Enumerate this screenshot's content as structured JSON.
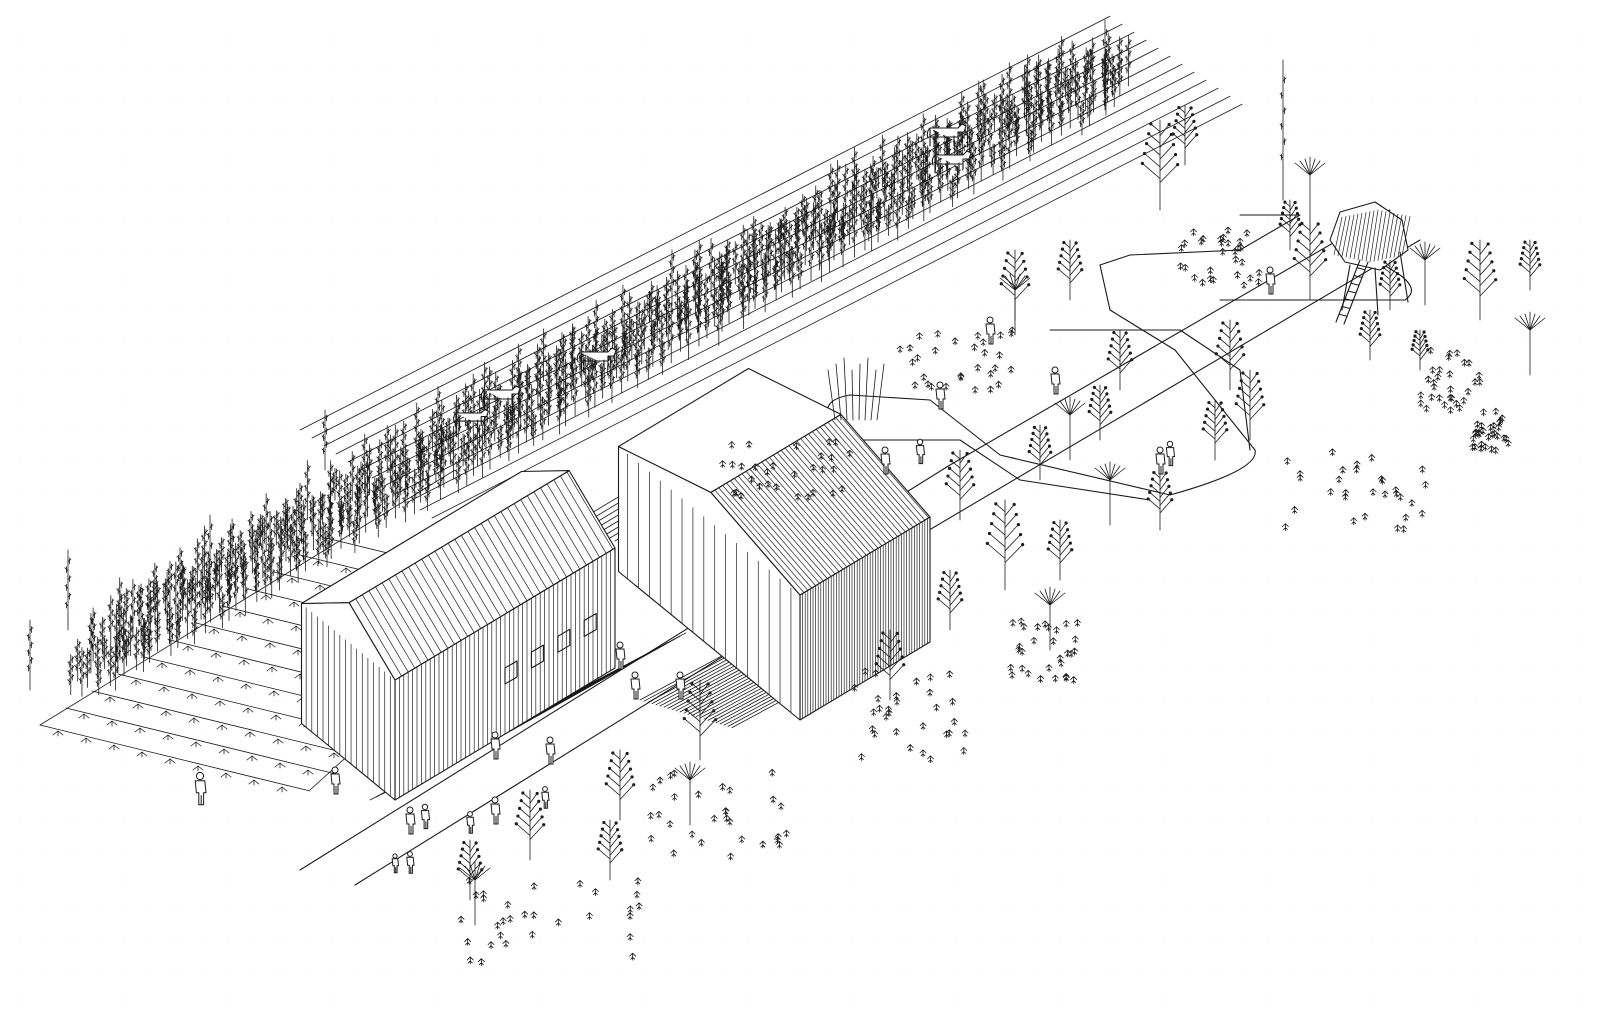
{
  "drawing": {
    "style": "axonometric line drawing",
    "colors": {
      "ink": "#1a1a1a",
      "background": "#ffffff"
    },
    "elements": [
      "striped-pasture",
      "cows",
      "poplar-tree-rows",
      "crop-field",
      "main-building-left",
      "main-building-right",
      "courtyard-deck",
      "entry-path",
      "loop-path",
      "tree-house",
      "ladder",
      "orchard-trees",
      "shrubs",
      "people"
    ]
  }
}
